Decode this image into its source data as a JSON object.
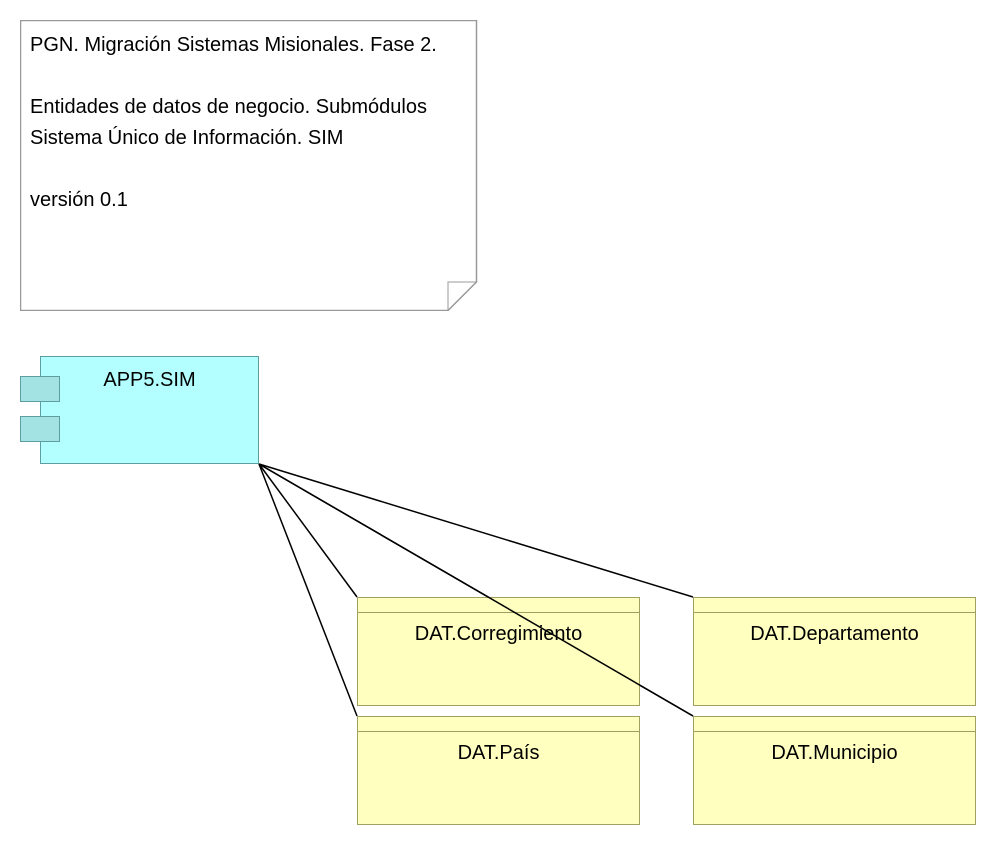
{
  "note": {
    "paragraphs": [
      "PGN. Migración Sistemas Misionales. Fase 2.",
      "Entidades de datos de negocio. Submódulos Sistema Único de Información. SIM",
      "versión 0.1"
    ]
  },
  "component": {
    "title": "APP5.SIM"
  },
  "entities": [
    {
      "id": "corregimiento",
      "label": "DAT.Corregimiento"
    },
    {
      "id": "departamento",
      "label": "DAT.Departamento"
    },
    {
      "id": "pais",
      "label": "DAT.País"
    },
    {
      "id": "municipio",
      "label": "DAT.Municipio"
    }
  ],
  "colors": {
    "component_fill": "#b3ffff",
    "entity_fill": "#ffffc0",
    "note_fill": "#ffffff",
    "connector": "#000000"
  }
}
